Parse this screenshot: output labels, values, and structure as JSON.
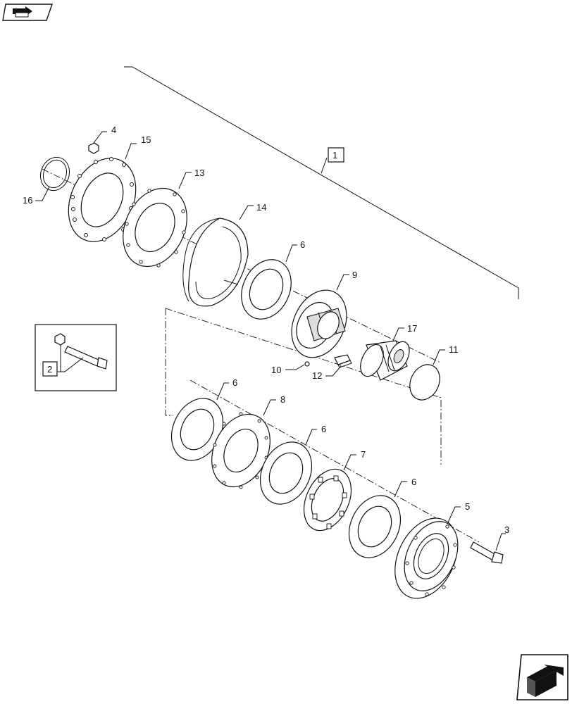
{
  "navigation": {
    "back_icon": "previous-page-arrow-icon",
    "next_icon": "next-page-arrow-icon"
  },
  "callouts": {
    "c1": "1",
    "c2": "2",
    "c3": "3",
    "c4": "4",
    "c5": "5",
    "c6a": "6",
    "c6b": "6",
    "c6c": "6",
    "c6d": "6",
    "c7": "7",
    "c8": "8",
    "c9": "9",
    "c10": "10",
    "c11": "11",
    "c12": "12",
    "c13": "13",
    "c14": "14",
    "c15": "15",
    "c16": "16",
    "c17": "17"
  }
}
